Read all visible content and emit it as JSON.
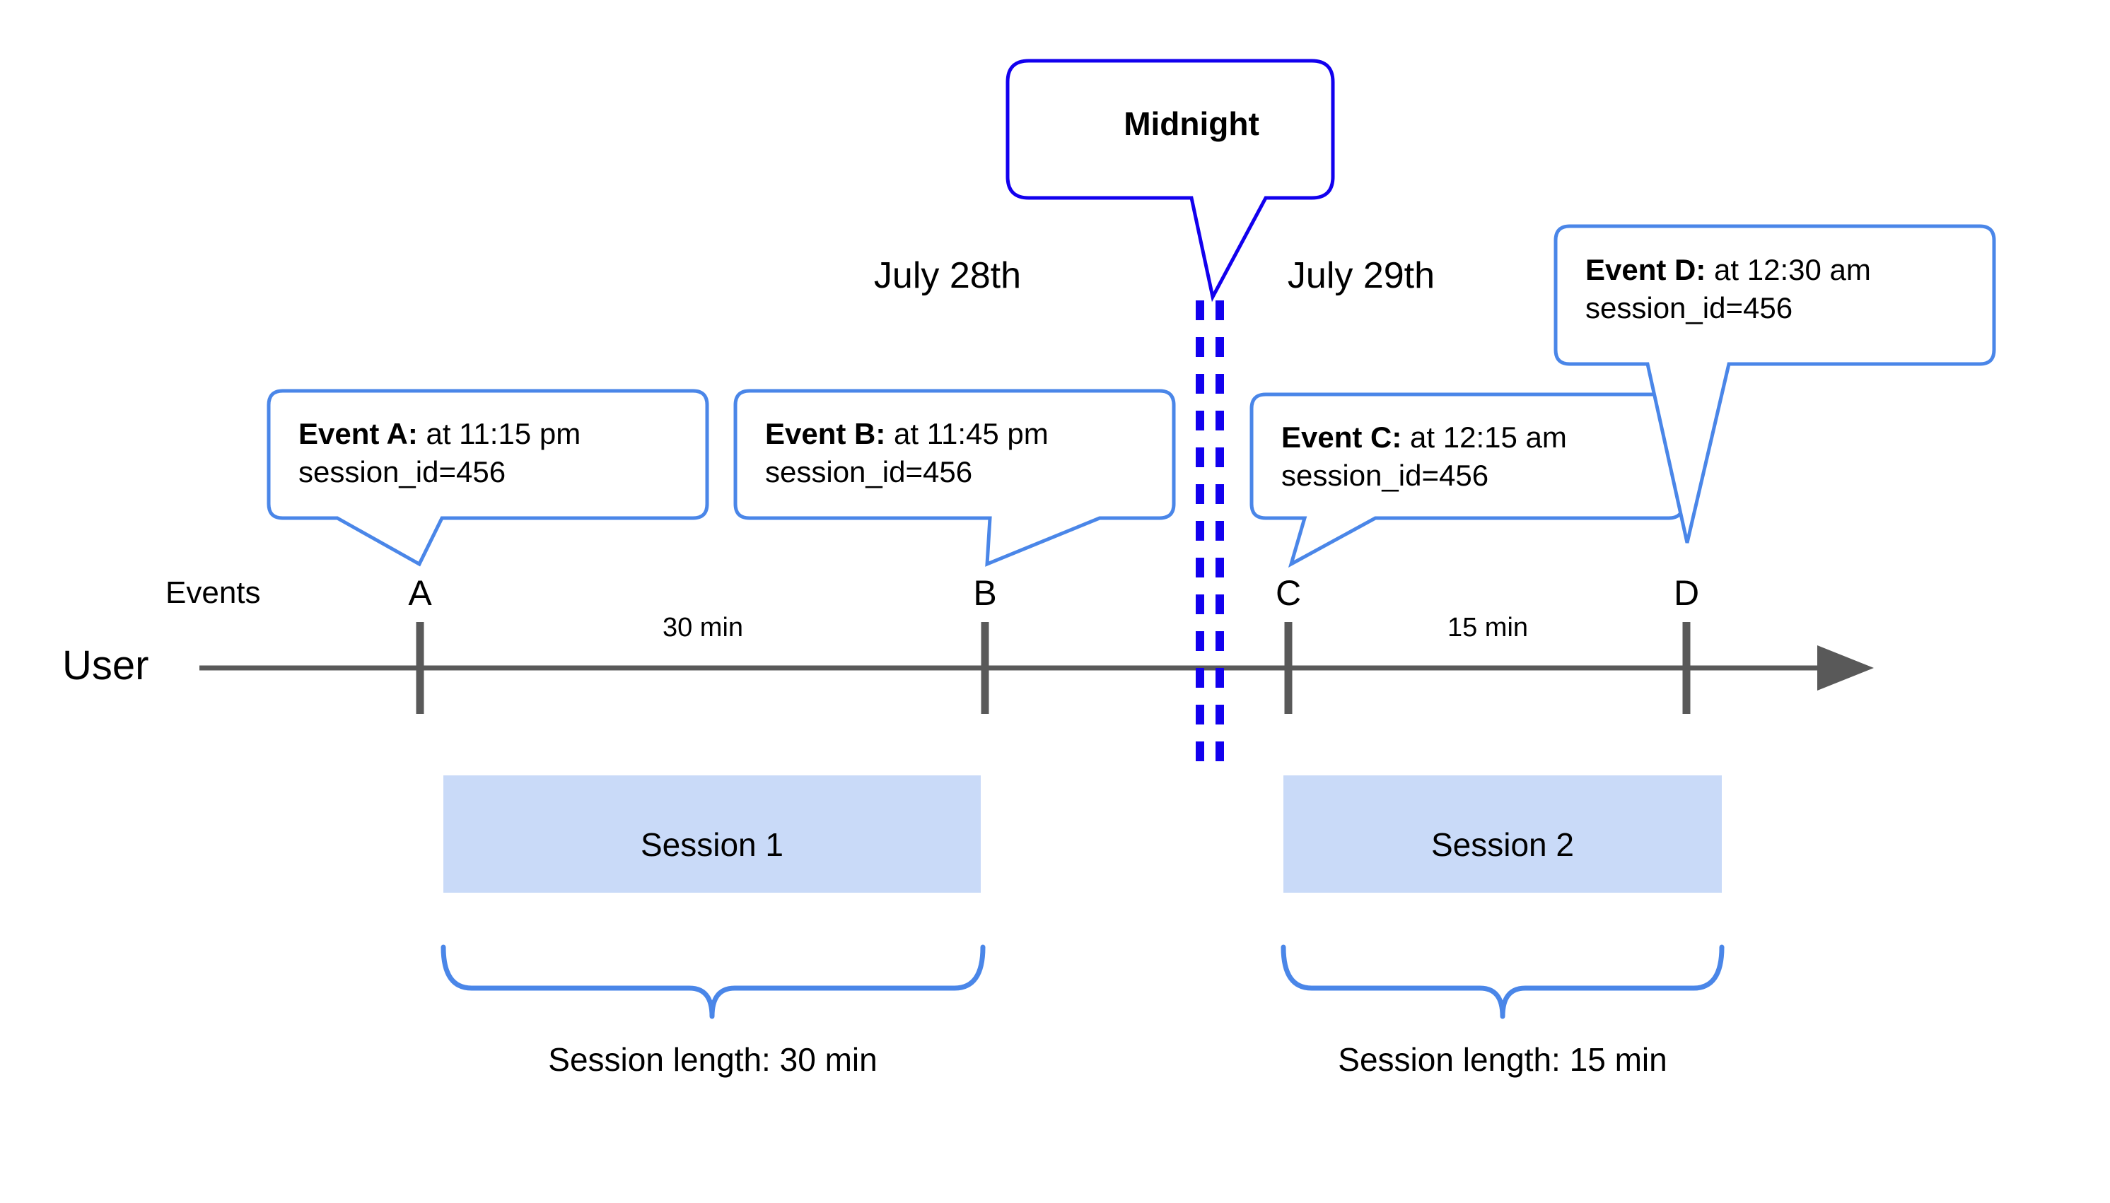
{
  "diagram": {
    "title_hidden": "User session timeline across midnight",
    "lanes": {
      "user_label": "User",
      "events_label": "Events"
    },
    "dates": {
      "left": "July 28th",
      "right": "July 29th"
    },
    "midnight": {
      "label": "Midnight"
    },
    "markers": [
      {
        "letter": "A"
      },
      {
        "letter": "B"
      },
      {
        "letter": "C"
      },
      {
        "letter": "D"
      }
    ],
    "gaps": [
      {
        "label": "30 min"
      },
      {
        "label": "15 min"
      }
    ],
    "callouts": [
      {
        "title": "Event A:",
        "detail": " at 11:15 pm",
        "line2": "session_id=456"
      },
      {
        "title": "Event B:",
        "detail": " at 11:45 pm",
        "line2": "session_id=456"
      },
      {
        "title": "Event C:",
        "detail": " at 12:15 am",
        "line2": "session_id=456"
      },
      {
        "title": "Event D:",
        "detail": " at 12:30 am",
        "line2": "session_id=456"
      }
    ],
    "sessions": [
      {
        "label": "Session 1",
        "length_caption": "Session length: 30 min"
      },
      {
        "label": "Session 2",
        "length_caption": "Session length: 15 min"
      }
    ],
    "colors": {
      "callout_border": "#4a86e8",
      "midnight_border": "#1200ee",
      "midnight_dash": "#1200ee",
      "axis": "#595959",
      "session_fill": "#c9daf8",
      "brace": "#4a86e8",
      "text": "#000000",
      "background": "#ffffff"
    }
  },
  "chart_data": {
    "type": "timeline",
    "title": "User session timeline across midnight",
    "xlabel": "",
    "ylabel": "",
    "axis_label": "User",
    "series_label": "Events",
    "day_boundary": "Midnight",
    "days": [
      "July 28th",
      "July 29th"
    ],
    "events": [
      {
        "name": "A",
        "time": "11:15 pm",
        "day": "July 28th",
        "session_id": "456"
      },
      {
        "name": "B",
        "time": "11:45 pm",
        "day": "July 28th",
        "session_id": "456"
      },
      {
        "name": "C",
        "time": "12:15 am",
        "day": "July 29th",
        "session_id": "456"
      },
      {
        "name": "D",
        "time": "12:30 am",
        "day": "July 29th",
        "session_id": "456"
      }
    ],
    "intervals": [
      {
        "from": "A",
        "to": "B",
        "label": "30 min",
        "minutes": 30
      },
      {
        "from": "C",
        "to": "D",
        "label": "15 min",
        "minutes": 15
      }
    ],
    "sessions": [
      {
        "name": "Session 1",
        "events": [
          "A",
          "B"
        ],
        "length_label": "Session length: 30 min",
        "length_minutes": 30
      },
      {
        "name": "Session 2",
        "events": [
          "C",
          "D"
        ],
        "length_label": "Session length: 15 min",
        "length_minutes": 15
      }
    ]
  }
}
